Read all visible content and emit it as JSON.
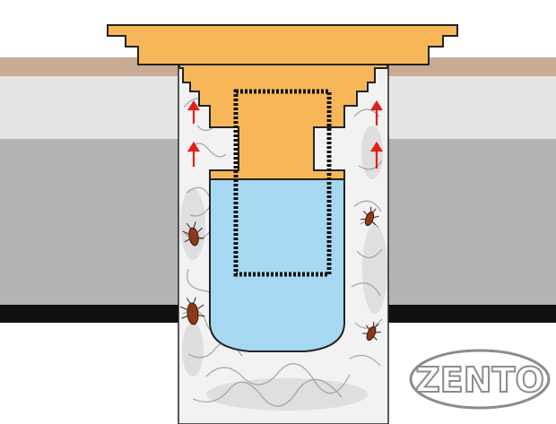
{
  "diagram": {
    "description_labels": [],
    "brand": {
      "logo_text": "ZENTO",
      "logo_color": "#8c8c8c"
    },
    "colors": {
      "floor_tan": "#c9ab95",
      "floor_light": "#e4e4e2",
      "floor_gray": "#b4b4b4",
      "floor_black": "#101010",
      "drain_orange": "#f7b758",
      "water_blue": "#a6d8f2",
      "arrow_red": "#e0201c",
      "dotted_black": "#111111",
      "pipe_background": "#f0f0f0",
      "smoke_gray": "#8a8a8a",
      "cockroach_brown": "#8a3a1a"
    },
    "icons": [
      "up-arrow-icon",
      "cockroach-icon",
      "smoke-texture",
      "zento-logo"
    ]
  }
}
